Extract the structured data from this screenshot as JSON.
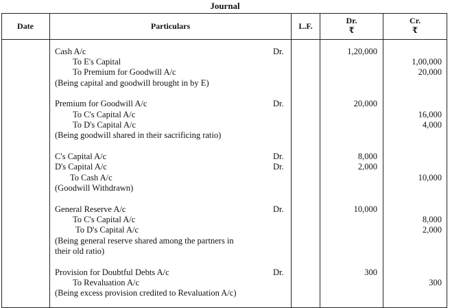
{
  "title": "Journal",
  "headers": {
    "date": "Date",
    "particulars": "Particulars",
    "lf": "L.F.",
    "dr": "Dr.",
    "dr_unit": "₹",
    "cr": "Cr.",
    "cr_unit": "₹"
  },
  "entries": [
    {
      "lines": [
        {
          "text": "Cash A/c",
          "marker": "Dr.",
          "debit": "1,20,000",
          "credit": ""
        },
        {
          "text": "To E's Capital",
          "marker": "",
          "debit": "",
          "credit": "1,00,000"
        },
        {
          "text": "To Premium for Goodwill A/c",
          "marker": "",
          "debit": "",
          "credit": "20,000"
        },
        {
          "text": "(Being capital and goodwill brought in by E)",
          "marker": "",
          "debit": "",
          "credit": ""
        }
      ]
    },
    {
      "lines": [
        {
          "text": "Premium for Goodwill A/c",
          "marker": "Dr.",
          "debit": "20,000",
          "credit": ""
        },
        {
          "text": "To C's Capital A/c",
          "marker": "",
          "debit": "",
          "credit": "16,000"
        },
        {
          "text": "To D's Capital A/c",
          "marker": "",
          "debit": "",
          "credit": "4,000"
        },
        {
          "text": "(Being goodwill shared in their sacrificing ratio)",
          "marker": "",
          "debit": "",
          "credit": ""
        }
      ]
    },
    {
      "lines": [
        {
          "text": "C's Capital A/c",
          "marker": "Dr.",
          "debit": "8,000",
          "credit": ""
        },
        {
          "text": "D's Capital A/c",
          "marker": "Dr.",
          "debit": "2,000",
          "credit": ""
        },
        {
          "text": "To Cash A/c",
          "marker": "",
          "debit": "",
          "credit": "10,000"
        },
        {
          "text": "(Goodwill Withdrawn)",
          "marker": "",
          "debit": "",
          "credit": ""
        }
      ]
    },
    {
      "lines": [
        {
          "text": "General Reserve A/c",
          "marker": "Dr.",
          "debit": "10,000",
          "credit": ""
        },
        {
          "text": "To C's Capital A/c",
          "marker": "",
          "debit": "",
          "credit": "8,000"
        },
        {
          "text": "To D's Capital A/c",
          "marker": "",
          "debit": "",
          "credit": "2,000"
        },
        {
          "text": "(Being general reserve shared among the partners in",
          "marker": "",
          "debit": "",
          "credit": ""
        },
        {
          "text": "their old ratio)",
          "marker": "",
          "debit": "",
          "credit": ""
        }
      ]
    },
    {
      "lines": [
        {
          "text": "Provision for Doubtful Debts A/c",
          "marker": "Dr.",
          "debit": "300",
          "credit": ""
        },
        {
          "text": "To Revaluation A/c",
          "marker": "",
          "debit": "",
          "credit": "300"
        },
        {
          "text": "(Being excess provision credited to Revaluation A/c)",
          "marker": "",
          "debit": "",
          "credit": ""
        }
      ]
    }
  ]
}
